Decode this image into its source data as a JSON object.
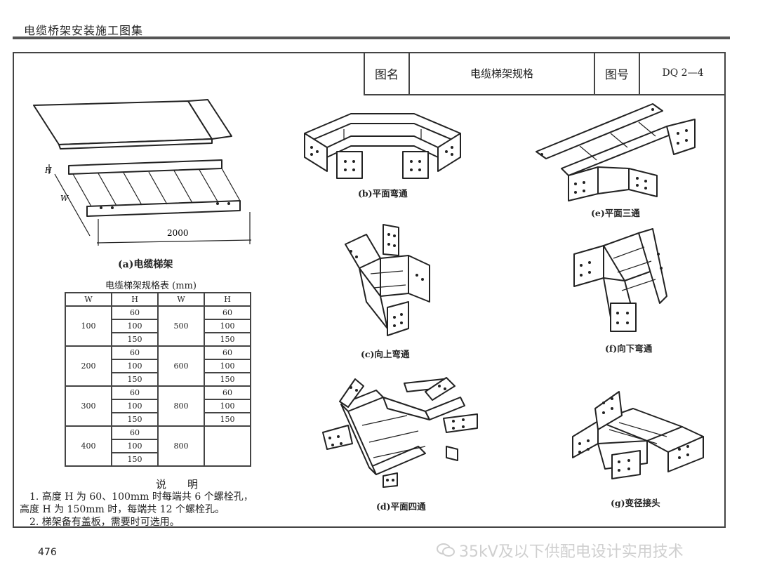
{
  "header": {
    "title": "电缆桥架安装施工图集"
  },
  "title_block": {
    "name_label": "图名",
    "name_value": "电缆梯架规格",
    "number_label": "图号",
    "number_value": "DQ 2—4"
  },
  "figures": {
    "a": {
      "caption": "(a)电缆梯架",
      "dim_length": "2000",
      "dim_h": "H",
      "dim_w": "W"
    },
    "b": {
      "caption": "(b)平面弯通"
    },
    "c": {
      "caption": "(c)向上弯通"
    },
    "d": {
      "caption": "(d)平面四通"
    },
    "e": {
      "caption": "(e)平面三通"
    },
    "f": {
      "caption": "(f)向下弯通"
    },
    "g": {
      "caption": "(g)变径接头"
    }
  },
  "spec_table": {
    "title": "电缆梯架规格表 (mm)",
    "headers": [
      "W",
      "H",
      "W",
      "H"
    ],
    "groups": [
      {
        "w1": "100",
        "h1": [
          "60",
          "100",
          "150"
        ],
        "w2": "500",
        "h2": [
          "60",
          "100",
          "150"
        ]
      },
      {
        "w1": "200",
        "h1": [
          "60",
          "100",
          "150"
        ],
        "w2": "600",
        "h2": [
          "60",
          "100",
          "150"
        ]
      },
      {
        "w1": "300",
        "h1": [
          "60",
          "100",
          "150"
        ],
        "w2": "800",
        "h2": [
          "60",
          "100",
          "150"
        ]
      },
      {
        "w1": "400",
        "h1": [
          "60",
          "100",
          "150"
        ],
        "w2": "800",
        "h2": [
          "",
          "",
          ""
        ]
      }
    ]
  },
  "notes": {
    "title": "说明",
    "line1": "1. 高度 H 为 60、100mm 时每端共 6 个螺栓孔，",
    "line2": "高度 H 为 150mm 时，每端共 12 个螺栓孔。",
    "line3": "2. 梯架备有盖板，需要时可选用。"
  },
  "footer": {
    "page_number": "476",
    "watermark": "35kV及以下供配电设计实用技术"
  }
}
